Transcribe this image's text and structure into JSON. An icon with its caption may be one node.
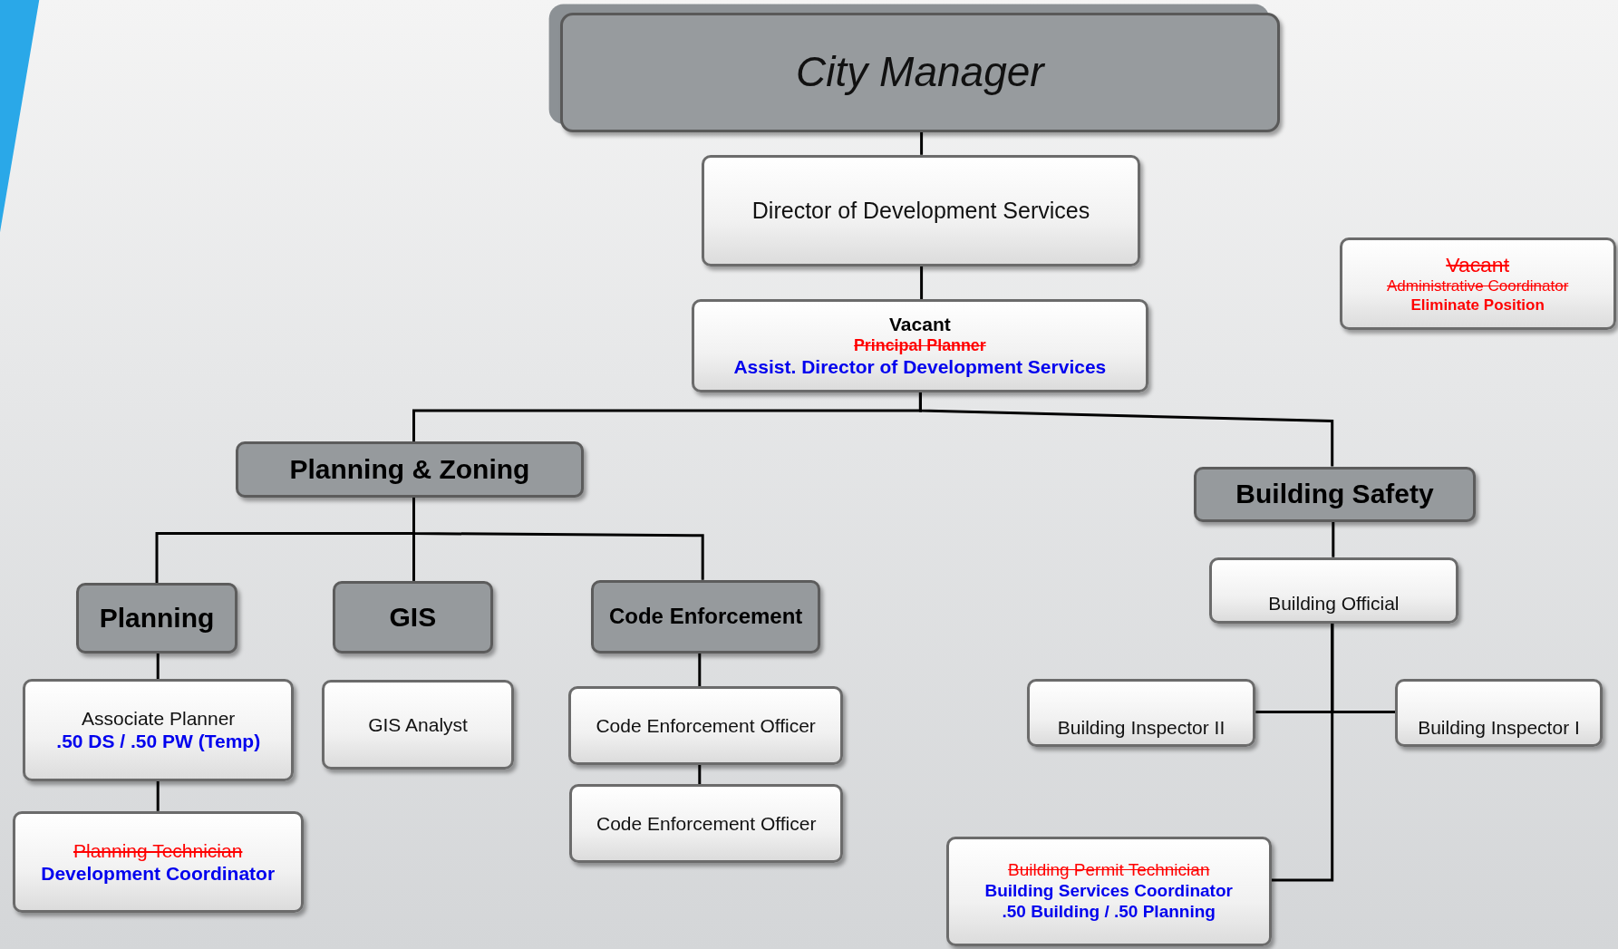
{
  "diagram": {
    "nodes": [
      {
        "text": [
          "City Manager"
        ]
      },
      {
        "text": [
          "Director of Development Services"
        ]
      },
      {
        "text": [
          "Vacant",
          "Principal Planner",
          "Assist. Director of Development Services"
        ]
      },
      {
        "text": [
          "Vacant",
          "Administrative Coordinator",
          "Eliminate Position"
        ]
      },
      {
        "text": [
          "Planning & Zoning"
        ]
      },
      {
        "text": [
          "Building Safety"
        ]
      },
      {
        "text": [
          "Planning"
        ]
      },
      {
        "text": [
          "GIS"
        ]
      },
      {
        "text": [
          "Code Enforcement"
        ]
      },
      {
        "text": [
          "Associate Planner",
          ".50 DS / .50 PW (Temp)"
        ]
      },
      {
        "text": [
          "Planning Technician",
          "Development Coordinator"
        ]
      },
      {
        "text": [
          "GIS Analyst"
        ]
      },
      {
        "text": [
          "Code Enforcement Officer"
        ]
      },
      {
        "text": [
          "Code Enforcement Officer"
        ]
      },
      {
        "text": [
          "Building Official"
        ]
      },
      {
        "text": [
          "Building Inspector II"
        ]
      },
      {
        "text": [
          "Building Inspector I"
        ]
      },
      {
        "text": [
          "Building Permit Technician",
          "Building Services Coordinator",
          ".50 Building / .50 Planning"
        ]
      }
    ],
    "edges": [
      {
        "from": 0,
        "to": 1,
        "arrow": "none"
      },
      {
        "from": 1,
        "to": 2,
        "arrow": "none"
      },
      {
        "from": 2,
        "to": 4,
        "arrow": "none"
      },
      {
        "from": 2,
        "to": 5,
        "arrow": "none"
      },
      {
        "from": 4,
        "to": 6,
        "arrow": "none"
      },
      {
        "from": 4,
        "to": 7,
        "arrow": "none"
      },
      {
        "from": 4,
        "to": 8,
        "arrow": "none"
      },
      {
        "from": 6,
        "to": 9,
        "arrow": "none"
      },
      {
        "from": 9,
        "to": 10,
        "arrow": "none"
      },
      {
        "from": 8,
        "to": 12,
        "arrow": "none"
      },
      {
        "from": 12,
        "to": 13,
        "arrow": "none"
      },
      {
        "from": 5,
        "to": 14,
        "arrow": "none"
      },
      {
        "from": 14,
        "to": 15,
        "arrow": "none"
      },
      {
        "from": 14,
        "to": 16,
        "arrow": "none"
      },
      {
        "from": 14,
        "to": 17,
        "arrow": "none"
      }
    ]
  }
}
